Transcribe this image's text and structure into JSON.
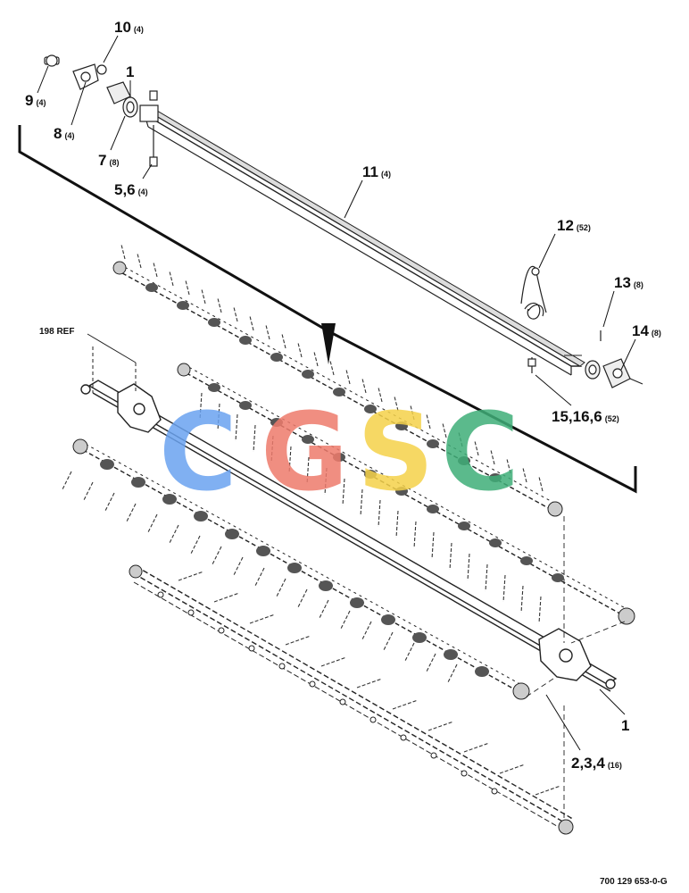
{
  "callouts": [
    {
      "id": "c10",
      "num": "10",
      "qty": "(4)"
    },
    {
      "id": "c1a",
      "num": "1",
      "qty": ""
    },
    {
      "id": "c9",
      "num": "9",
      "qty": "(4)"
    },
    {
      "id": "c8",
      "num": "8",
      "qty": "(4)"
    },
    {
      "id": "c7",
      "num": "7",
      "qty": "(8)"
    },
    {
      "id": "c56",
      "num": "5,6",
      "qty": "(4)"
    },
    {
      "id": "c11",
      "num": "11",
      "qty": "(4)"
    },
    {
      "id": "c12",
      "num": "12",
      "qty": "(52)"
    },
    {
      "id": "c13",
      "num": "13",
      "qty": "(8)"
    },
    {
      "id": "c14",
      "num": "14",
      "qty": "(8)"
    },
    {
      "id": "c15",
      "num": "15,16,6",
      "qty": "(52)"
    },
    {
      "id": "c1b",
      "num": "1",
      "qty": ""
    },
    {
      "id": "c234",
      "num": "2,3,4",
      "qty": "(16)"
    }
  ],
  "ref_label": "198 REF",
  "drawing_number": "700 129 653-0-G",
  "watermark": {
    "letters": [
      "C",
      "G",
      "S",
      "C"
    ],
    "colors": [
      "#6aa3f0",
      "#ee7b6c",
      "#f5d24a",
      "#3fae78"
    ]
  }
}
